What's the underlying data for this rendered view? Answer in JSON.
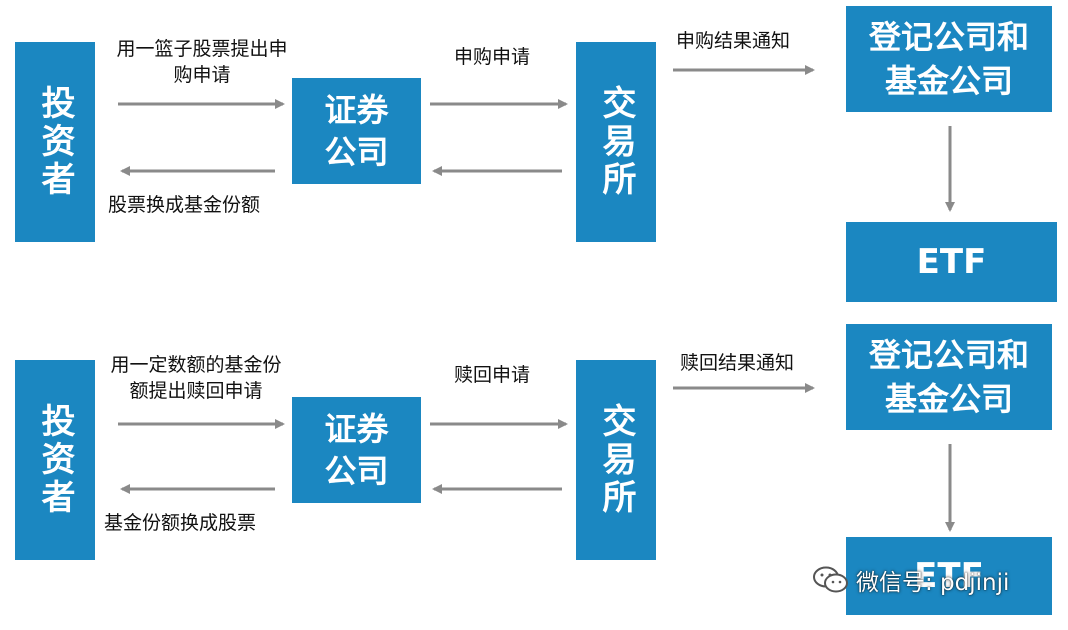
{
  "top_flow": {
    "investor": "投资者",
    "broker": "证券公司",
    "exchange": "交易所",
    "registrar": "登记公司和基金公司",
    "etf": "ETF",
    "label_investor_to_broker": "用一篮子股票提出申购申请",
    "label_broker_to_investor": "股票换成基金份额",
    "label_broker_to_exchange": "申购申请",
    "label_exchange_to_registrar": "申购结果通知"
  },
  "bottom_flow": {
    "investor": "投资者",
    "broker": "证券公司",
    "exchange": "交易所",
    "registrar": "登记公司和基金公司",
    "etf": "ETF",
    "label_investor_to_broker": "用一定数额的基金份额提出赎回申请",
    "label_broker_to_investor": "基金份额换成股票",
    "label_broker_to_exchange": "赎回申请",
    "label_exchange_to_registrar": "赎回结果通知"
  },
  "watermark": {
    "text": "微信号: pdjinji",
    "icon": "wechat-icon"
  },
  "colors": {
    "box": "#1b87c1",
    "arrow": "#8a8a8a",
    "text": "#111111"
  }
}
